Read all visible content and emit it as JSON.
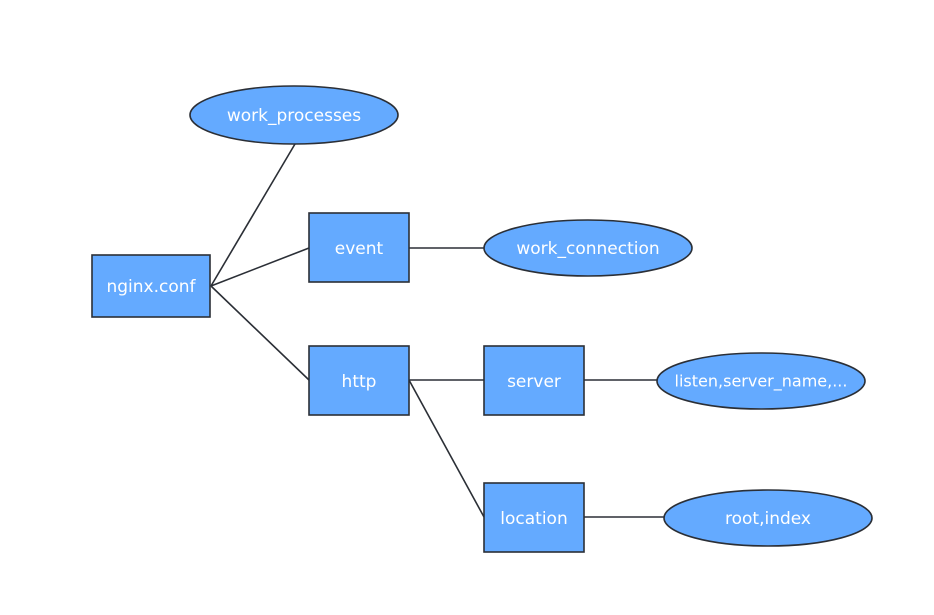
{
  "nodes": [
    {
      "id": "nginx-conf",
      "label": "nginx.conf",
      "shape": "rect"
    },
    {
      "id": "work-processes",
      "label": "work_processes",
      "shape": "ellipse"
    },
    {
      "id": "event",
      "label": "event",
      "shape": "rect"
    },
    {
      "id": "work-connection",
      "label": "work_connection",
      "shape": "ellipse"
    },
    {
      "id": "http",
      "label": "http",
      "shape": "rect"
    },
    {
      "id": "server",
      "label": "server",
      "shape": "rect"
    },
    {
      "id": "server-directives",
      "label": "listen,server_name,...",
      "shape": "ellipse"
    },
    {
      "id": "location",
      "label": "location",
      "shape": "rect"
    },
    {
      "id": "location-directives",
      "label": "root,index",
      "shape": "ellipse"
    }
  ],
  "edges": [
    [
      "nginx-conf",
      "work-processes"
    ],
    [
      "nginx-conf",
      "event"
    ],
    [
      "nginx-conf",
      "http"
    ],
    [
      "event",
      "work-connection"
    ],
    [
      "http",
      "server"
    ],
    [
      "http",
      "location"
    ],
    [
      "server",
      "server-directives"
    ],
    [
      "location",
      "location-directives"
    ]
  ],
  "colors": {
    "node_fill": "#64aaff",
    "stroke": "#2b2f36",
    "text": "#ffffff"
  }
}
